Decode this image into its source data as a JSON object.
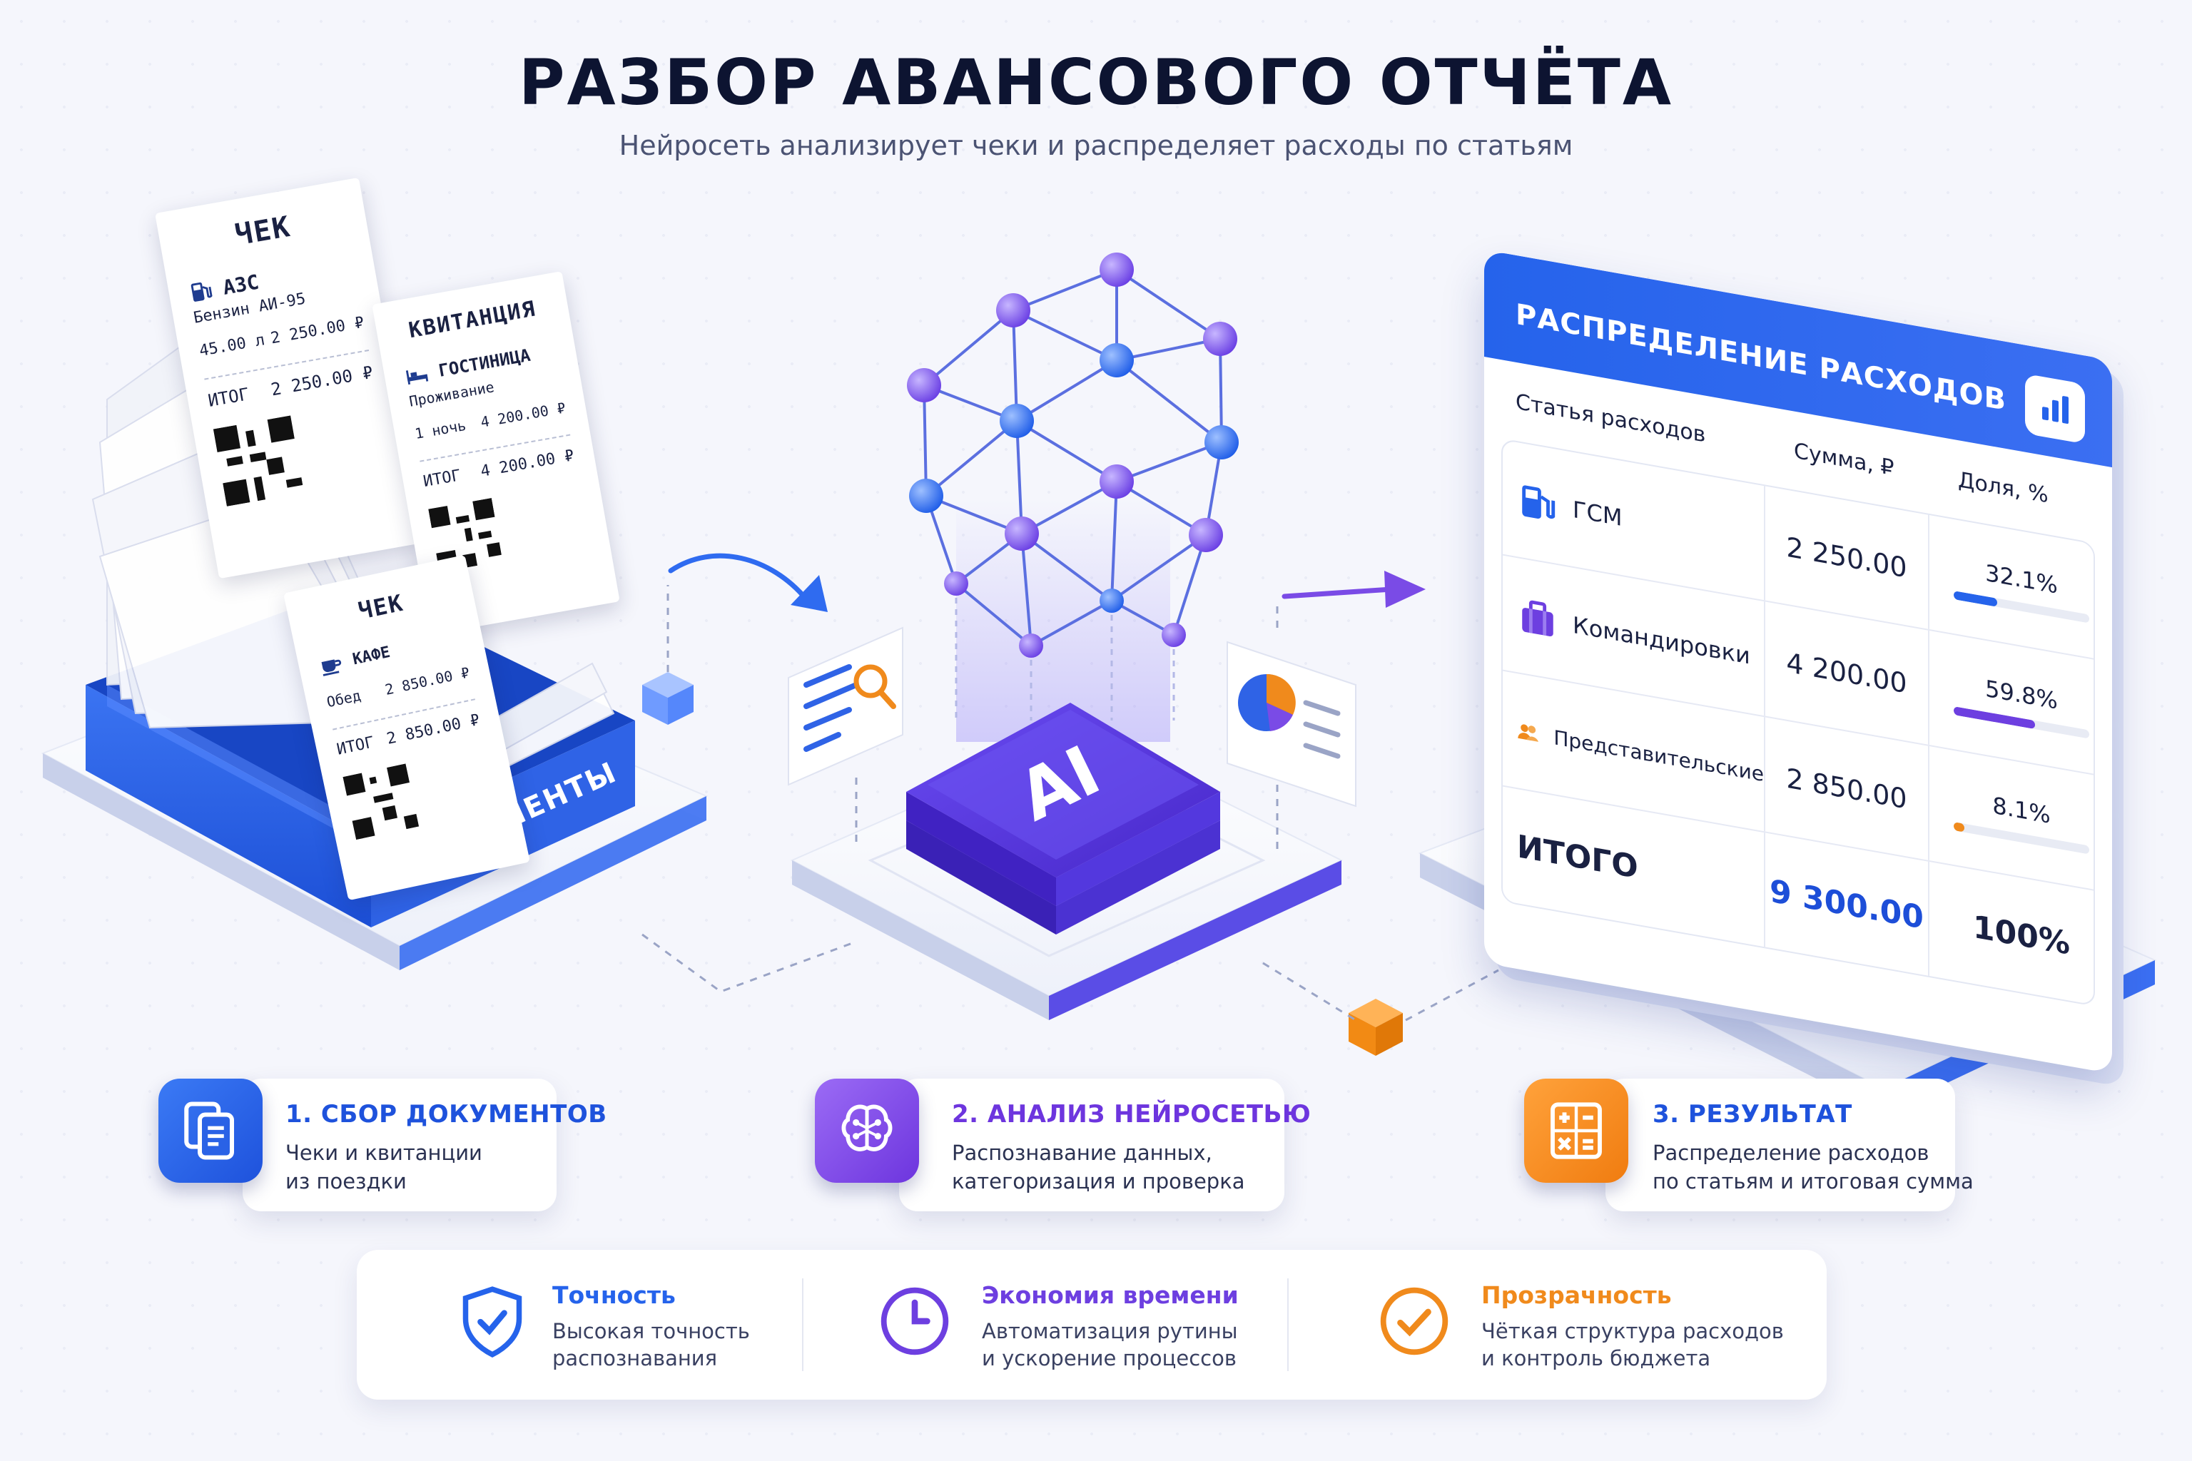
{
  "header": {
    "title": "РАЗБОР АВАНСОВОГО ОТЧЁТА",
    "subtitle": "Нейросеть анализирует чеки и распределяет расходы по статьям"
  },
  "documents_tray": {
    "label": "ДОКУМЕНТЫ",
    "receipts": [
      {
        "title": "ЧЕК",
        "place": "АЗС",
        "place_icon": "fuel-pump-icon",
        "item": "Бензин АИ-95",
        "qty": "45.00 л",
        "amount": "2 250.00 ₽",
        "total_label": "ИТОГ",
        "total": "2 250.00 ₽"
      },
      {
        "title": "КВИТАНЦИЯ",
        "place": "ГОСТИНИЦА",
        "place_icon": "bed-icon",
        "item": "Проживание",
        "qty": "1 ночь",
        "amount": "4 200.00 ₽",
        "total_label": "ИТОГ",
        "total": "4 200.00 ₽"
      },
      {
        "title": "ЧЕК",
        "place": "КАФЕ",
        "place_icon": "coffee-cup-icon",
        "item": "Обед",
        "amount": "2 850.00 ₽",
        "total_label": "ИТОГ",
        "total": "2 850.00 ₽"
      }
    ]
  },
  "ai_block": {
    "label": "AI",
    "left_card_icon": "document-search-icon",
    "right_card_icon": "pie-chart-report-icon"
  },
  "expense_table": {
    "title": "РАСПРЕДЕЛЕНИЕ РАСХОДОВ",
    "header_icon": "bar-chart-icon",
    "columns": [
      "Статья расходов",
      "Сумма, ₽",
      "Доля, %"
    ],
    "rows": [
      {
        "category": "ГСМ",
        "icon": "fuel-pump-icon",
        "amount": "2 250.00",
        "share": "32.1%",
        "share_value": 32.1,
        "bar_color": "#2563eb"
      },
      {
        "category": "Командировки",
        "icon": "suitcase-icon",
        "amount": "4 200.00",
        "share": "59.8%",
        "share_value": 59.8,
        "bar_color": "#6d3fe0"
      },
      {
        "category": "Представительские",
        "icon": "people-icon",
        "amount": "2 850.00",
        "share": "8.1%",
        "share_value": 8.1,
        "bar_color": "#f08a1c"
      }
    ],
    "total": {
      "label": "ИТОГО",
      "amount": "9 300.00",
      "share": "100%"
    }
  },
  "steps": [
    {
      "title": "1. СБОР ДОКУМЕНТОВ",
      "line1": "Чеки и квитанции",
      "line2": "из поездки",
      "icon": "documents-icon",
      "color": "#2563eb"
    },
    {
      "title": "2. АНАЛИЗ НЕЙРОСЕТЬЮ",
      "line1": "Распознавание данных,",
      "line2": "категоризация и проверка",
      "icon": "brain-circuit-icon",
      "color": "#7a3fe4"
    },
    {
      "title": "3. РЕЗУЛЬТАТ",
      "line1": "Распределение расходов",
      "line2": "по статьям и итоговая сумма",
      "icon": "calculator-icon",
      "color": "#f08a1c"
    }
  ],
  "benefits": [
    {
      "title": "Точность",
      "line1": "Высокая точность",
      "line2": "распознавания",
      "icon": "shield-check-icon",
      "color": "#2563eb"
    },
    {
      "title": "Экономия времени",
      "line1": "Автоматизация рутины",
      "line2": "и ускорение процессов",
      "icon": "clock-icon",
      "color": "#6d3fe0"
    },
    {
      "title": "Прозрачность",
      "line1": "Чёткая структура расходов",
      "line2": "и контроль бюджета",
      "icon": "check-circle-icon",
      "color": "#f08a1c"
    }
  ],
  "colors": {
    "primary_blue": "#2563eb",
    "ai_purple": "#5b3fe0",
    "accent_orange": "#f08a1c",
    "title_dark": "#0d1431"
  }
}
